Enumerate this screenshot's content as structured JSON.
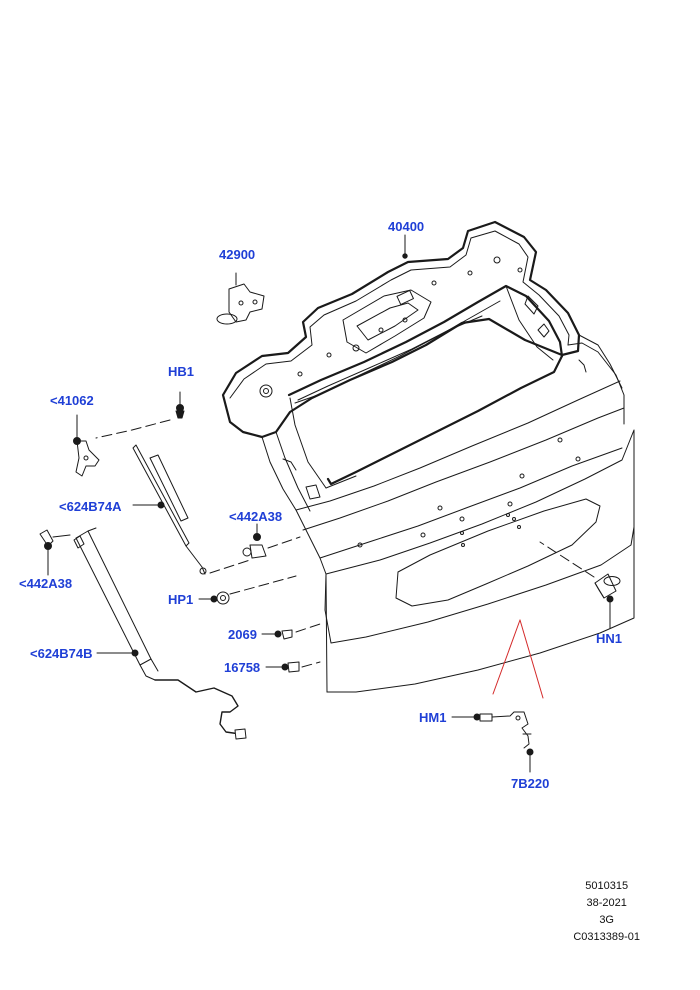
{
  "callouts": {
    "c40400": "40400",
    "c42900": "42900",
    "hb1": "HB1",
    "c41062": "<41062",
    "c624b74a": "<624B74A",
    "c442a38_upper": "<442A38",
    "c442a38_lower": "<442A38",
    "hp1": "HP1",
    "c2069": "2069",
    "c16758": "16758",
    "c624b74b": "<624B74B",
    "hn1": "HN1",
    "hm1": "HM1",
    "c7b220": "7B220"
  },
  "footer": {
    "line1": "5010315",
    "line2": "38-2021",
    "line3": "3G",
    "line4": "C0313389-01"
  },
  "colors": {
    "callout_text": "#1f3fd6",
    "line_art": "#1a1a1a",
    "indicator_lines": "#d42a2a"
  }
}
